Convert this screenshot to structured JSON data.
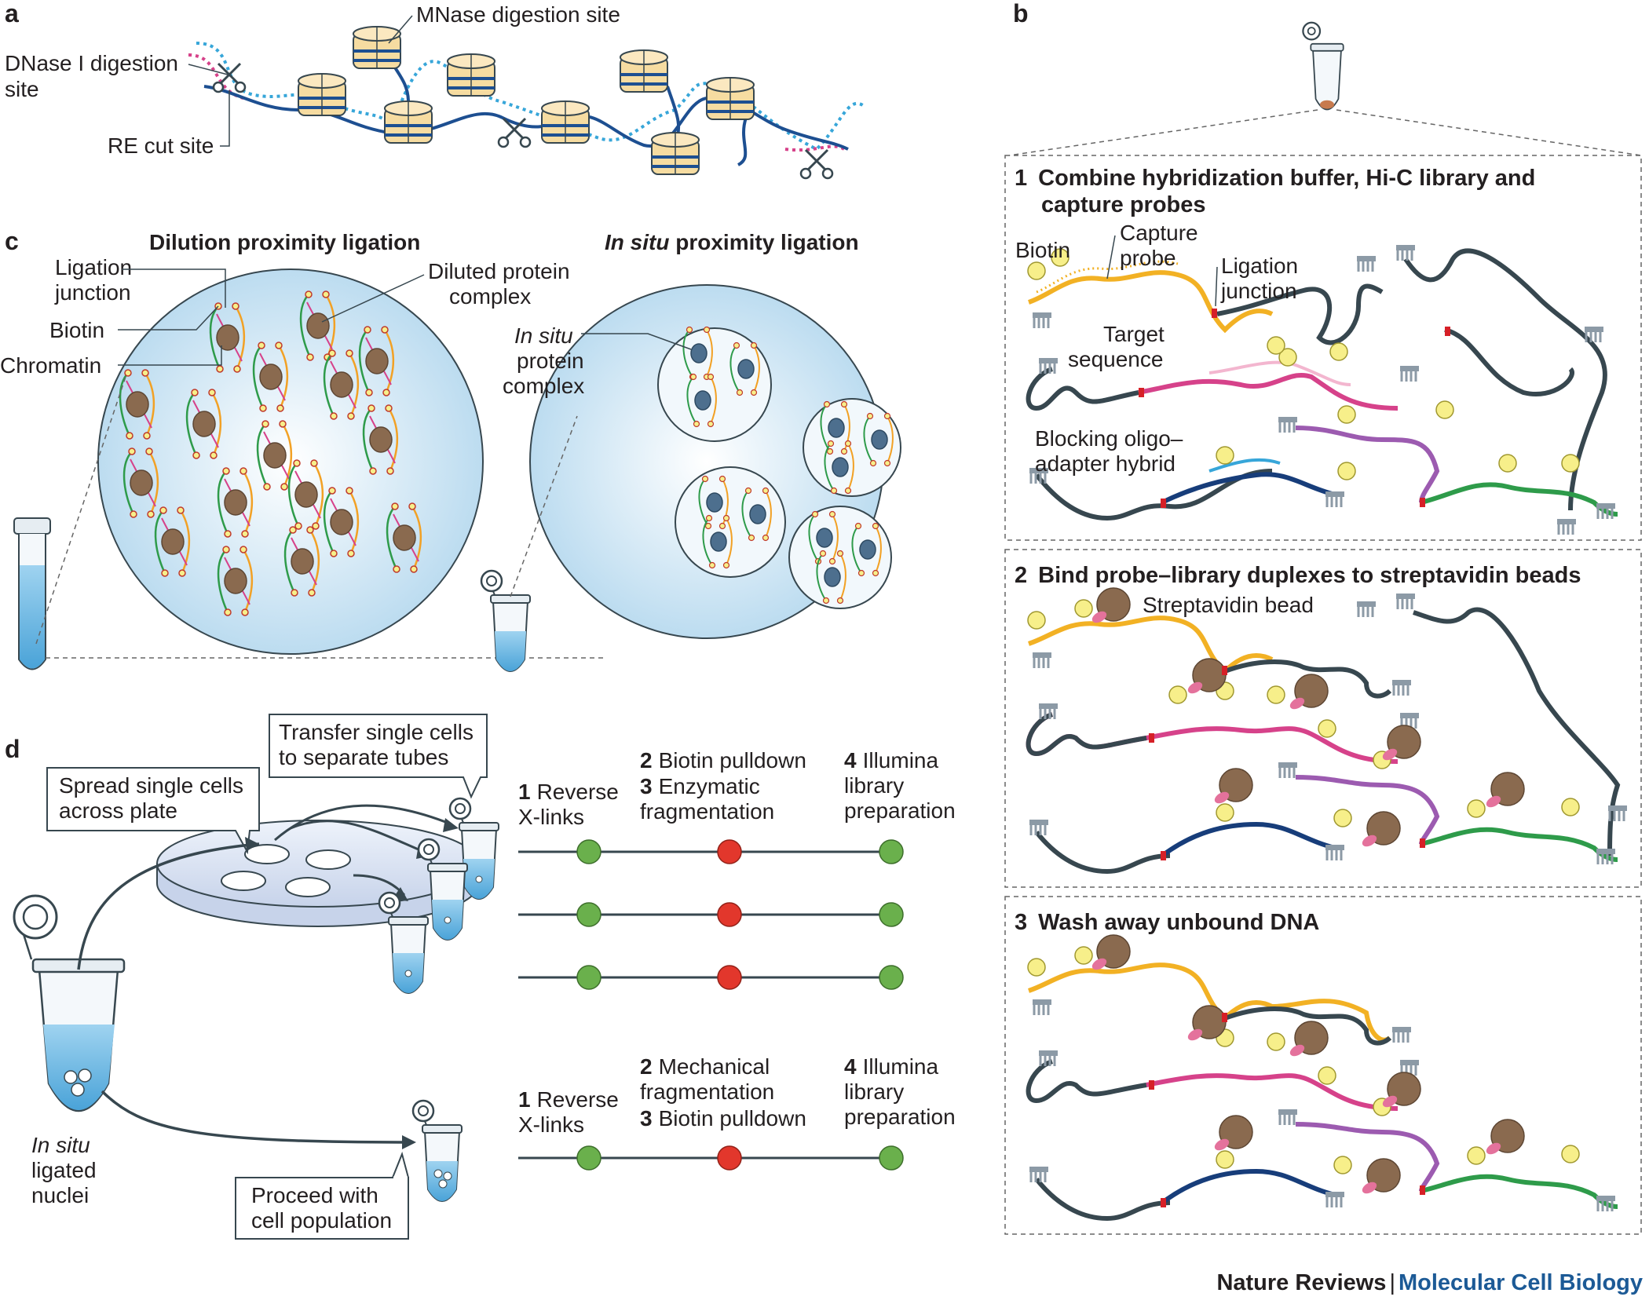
{
  "panel_letters": {
    "a": "a",
    "b": "b",
    "c": "c",
    "d": "d"
  },
  "panel_a": {
    "dnase": [
      "DNase I digestion",
      "site"
    ],
    "mnase": "MNase digestion site",
    "re": "RE cut site"
  },
  "panel_b": {
    "step1": {
      "num": "1",
      "title": [
        "Combine hybridization buffer, Hi-C library and",
        "capture probes"
      ]
    },
    "step2": {
      "num": "2",
      "title": "Bind probe–library duplexes to streptavidin beads"
    },
    "step3": {
      "num": "3",
      "title": "Wash away unbound DNA"
    },
    "labels": {
      "biotin": "Biotin",
      "capture_probe": [
        "Capture",
        "probe"
      ],
      "ligation_junction": [
        "Ligation",
        "junction"
      ],
      "target_sequence": [
        "Target",
        "sequence"
      ],
      "blocking": [
        "Blocking oligo–",
        "adapter hybrid"
      ],
      "bead": "Streptavidin bead"
    }
  },
  "panel_c": {
    "dilution_title": "Dilution proximity ligation",
    "insitu_title_italic": "In situ",
    "insitu_title_rest": " proximity ligation",
    "ligation_junction": [
      "Ligation",
      "junction"
    ],
    "biotin": "Biotin",
    "chromatin": "Chromatin",
    "diluted": [
      "Diluted protein",
      "complex"
    ],
    "insitu_complex": [
      "In situ",
      "protein",
      "complex"
    ]
  },
  "panel_d": {
    "spread": [
      "Spread single cells",
      "across plate"
    ],
    "transfer": [
      "Transfer single cells",
      "to separate tubes"
    ],
    "proceed": [
      "Proceed with",
      "cell population"
    ],
    "nuclei": [
      "In situ",
      "ligated",
      "nuclei"
    ],
    "top_steps": {
      "s1": {
        "num": "1",
        "text": [
          "Reverse",
          "X-links"
        ]
      },
      "s2": {
        "num": "2",
        "text": "Biotin pulldown"
      },
      "s3": {
        "num": "3",
        "text": [
          "Enzymatic",
          "fragmentation"
        ]
      },
      "s4": {
        "num": "4",
        "text": [
          "Illumina",
          "library",
          "preparation"
        ]
      }
    },
    "bottom_steps": {
      "s1": {
        "num": "1",
        "text": [
          "Reverse",
          "X-links"
        ]
      },
      "s2": {
        "num": "2",
        "text": [
          "Mechanical",
          "fragmentation"
        ]
      },
      "s3": {
        "num": "3",
        "text": "Biotin pulldown"
      },
      "s4": {
        "num": "4",
        "text": [
          "Illumina",
          "library",
          "preparation"
        ]
      }
    }
  },
  "footer": {
    "journal": "Nature Reviews",
    "sep": "|",
    "title": "Molecular Cell Biology"
  },
  "colors": {
    "dna": "#37474f",
    "probe_orange": "#f2b124",
    "probe_pink": "#d6428a",
    "probe_purple": "#9c5bb0",
    "probe_blue": "#37a6d9",
    "probe_navy": "#173d7a",
    "probe_green": "#2e9b4a",
    "biotin": "#f7ef8a",
    "bead": "#8a6a4f",
    "junction": "#d62027",
    "circle_fill": "#d3e9f6",
    "green_node": "#6ab04c",
    "red_node": "#e2372c"
  }
}
